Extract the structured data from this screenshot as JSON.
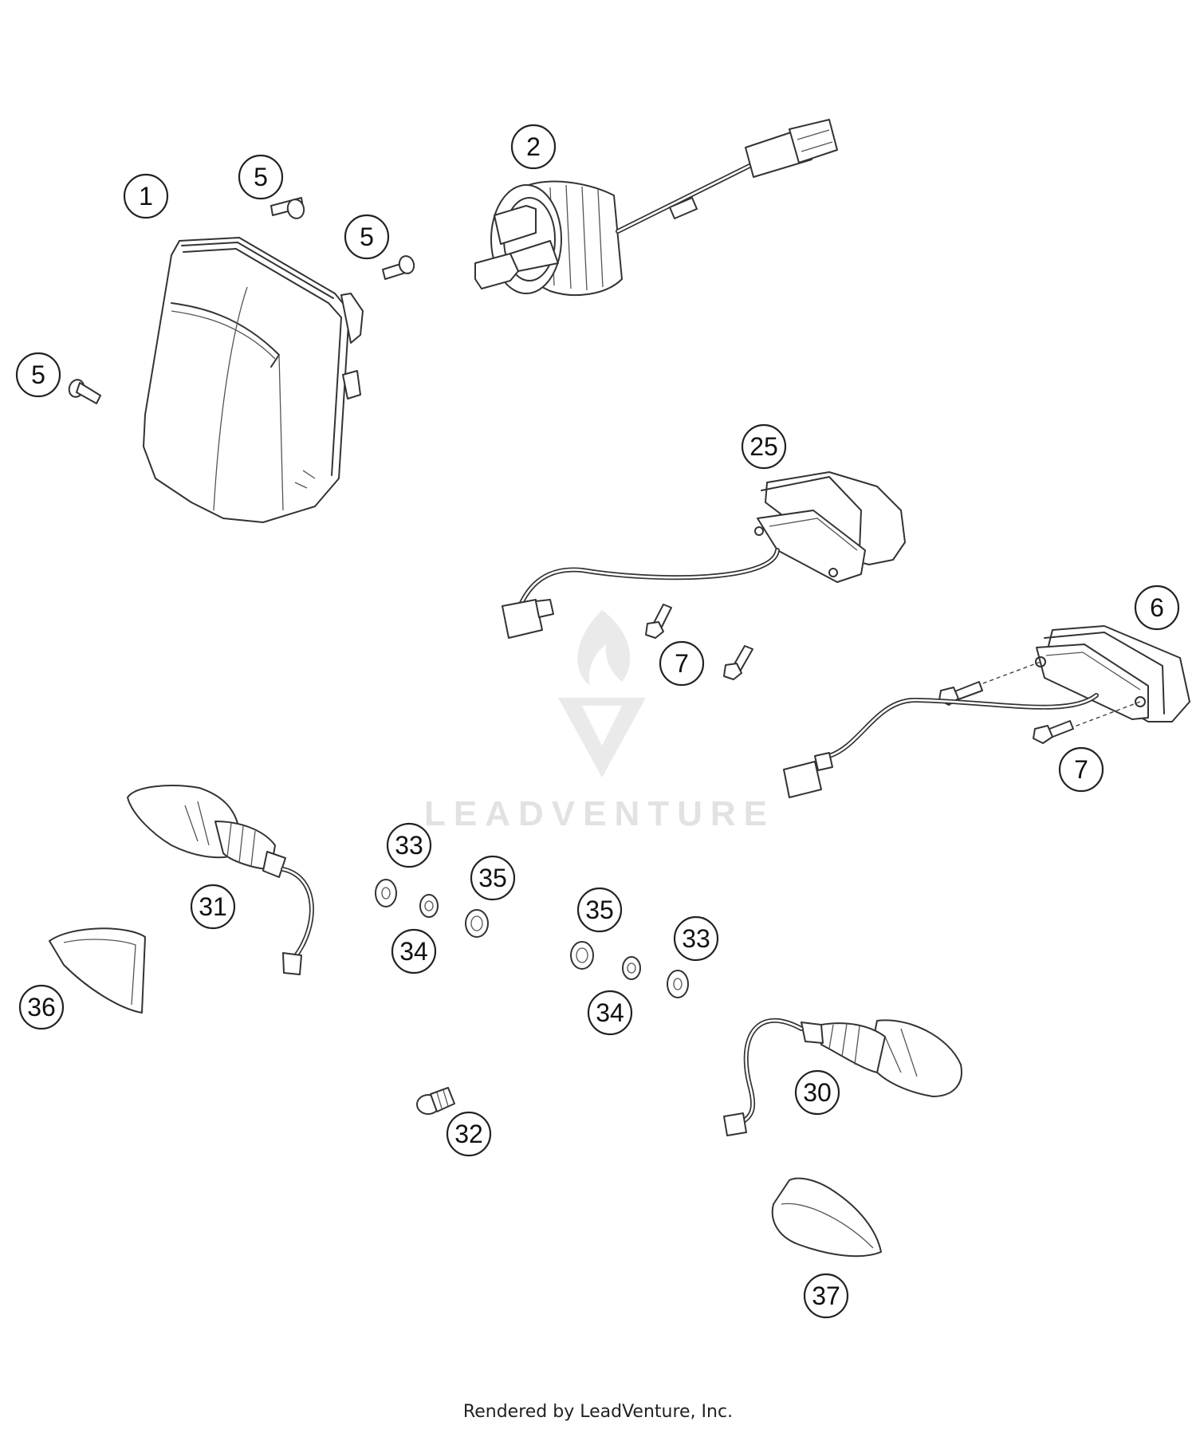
{
  "callouts": [
    {
      "id": "c1",
      "label": "1"
    },
    {
      "id": "c2",
      "label": "2"
    },
    {
      "id": "c5a",
      "label": "5"
    },
    {
      "id": "c5b",
      "label": "5"
    },
    {
      "id": "c5c",
      "label": "5"
    },
    {
      "id": "c25",
      "label": "25"
    },
    {
      "id": "c6",
      "label": "6"
    },
    {
      "id": "c7a",
      "label": "7"
    },
    {
      "id": "c7b",
      "label": "7"
    },
    {
      "id": "c31",
      "label": "31"
    },
    {
      "id": "c33a",
      "label": "33"
    },
    {
      "id": "c35a",
      "label": "35"
    },
    {
      "id": "c34a",
      "label": "34"
    },
    {
      "id": "c35b",
      "label": "35"
    },
    {
      "id": "c33b",
      "label": "33"
    },
    {
      "id": "c34b",
      "label": "34"
    },
    {
      "id": "c36",
      "label": "36"
    },
    {
      "id": "c30",
      "label": "30"
    },
    {
      "id": "c32",
      "label": "32"
    },
    {
      "id": "c37",
      "label": "37"
    }
  ],
  "watermark": {
    "text": "LEADVENTURE"
  },
  "footer": {
    "text": "Rendered by LeadVenture, Inc."
  }
}
